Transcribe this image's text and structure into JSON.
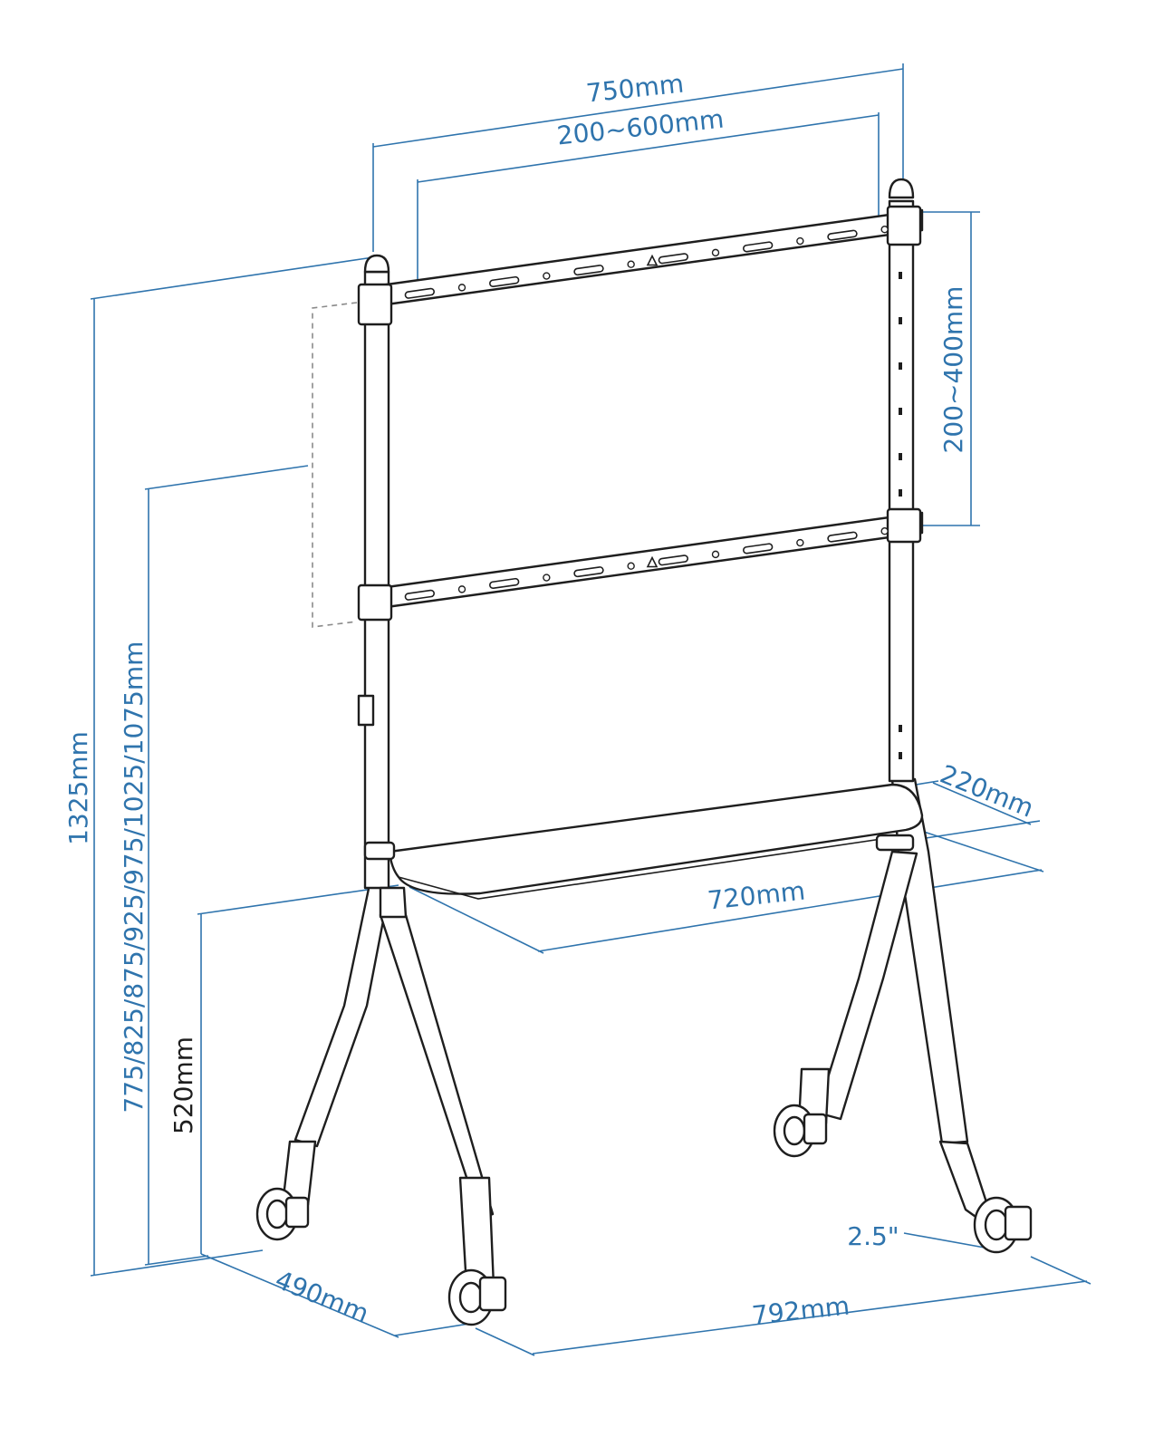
{
  "diagram": {
    "labels": {
      "bracket_width": "750mm",
      "vesa_horizontal": "200~600mm",
      "vesa_vertical": "200~400mm",
      "total_height": "1325mm",
      "center_height": "775/825/875/925/975/1025/1075mm",
      "shelf_height": "520mm",
      "shelf_depth": "220mm",
      "shelf_width": "720mm",
      "base_depth": "490mm",
      "base_width": "792mm",
      "caster_size": "2.5\""
    },
    "colors": {
      "dimension": "#2f74ad",
      "outline": "#1e1e1e",
      "hidden_outline": "#8a8a8a"
    }
  }
}
